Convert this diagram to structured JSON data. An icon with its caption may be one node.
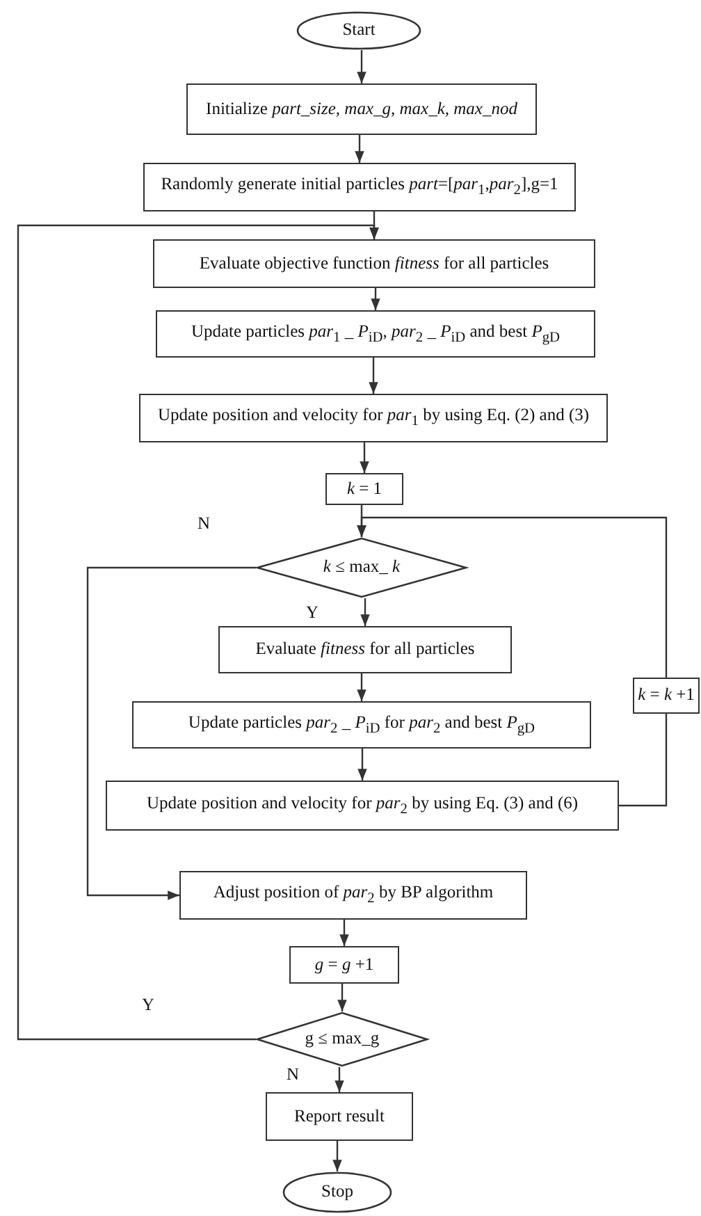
{
  "diagram": {
    "nodes": [
      {
        "text": [
          "Start"
        ]
      },
      {
        "text": [
          "Initialize *part_size, max_g, max_k, max_nod*"
        ]
      },
      {
        "text": [
          "Randomly generate initial particles *part*=[*par*$_{1}$,*par*$_{2}$],g=1"
        ]
      },
      {
        "text": [
          "Evaluate objective function *fitness* for all particles"
        ]
      },
      {
        "text": [
          "Update particles *par*$_{1}$ _ *P*$_{iD}$, *par*$_{2}$ _ *P*$_{iD}$ and best *P*$_{gD}$"
        ]
      },
      {
        "text": [
          "Update position and velocity for *par*$_{1}$ by using Eq. (2) and (3)"
        ]
      },
      {
        "text": [
          "*k* = 1"
        ]
      },
      {
        "text": [
          "*k* ≤ max_ *k*"
        ]
      },
      {
        "text": [
          "Evaluate *fitness* for all particles"
        ]
      },
      {
        "text": [
          "Update particles *par*$_{2}$ _ *P*$_{iD}$ for *par*$_{2}$ and best *P*$_{gD}$"
        ]
      },
      {
        "text": [
          "Update position and velocity for *par*$_{2}$ by using Eq. (3) and (6)"
        ]
      },
      {
        "text": [
          "*k* = *k* +1"
        ]
      },
      {
        "text": [
          "Adjust position of *par*$_{2}$ by BP algorithm"
        ]
      },
      {
        "text": [
          "*g* = *g* +1"
        ]
      },
      {
        "text": [
          "g ≤ max_g"
        ]
      },
      {
        "text": [
          "Report result"
        ]
      },
      {
        "text": [
          "Stop"
        ]
      }
    ],
    "edges": [
      {
        "from": 0,
        "to": 1,
        "arrow": "to"
      },
      {
        "from": 1,
        "to": 2,
        "arrow": "to"
      },
      {
        "from": 2,
        "to": 3,
        "arrow": "to"
      },
      {
        "from": 3,
        "to": 4,
        "arrow": "to"
      },
      {
        "from": 4,
        "to": 5,
        "arrow": "to"
      },
      {
        "from": 5,
        "to": 6,
        "arrow": "to"
      },
      {
        "from": 6,
        "to": 7,
        "arrow": "to"
      },
      {
        "from": 7,
        "to": 8,
        "arrow": "to",
        "label": "Y"
      },
      {
        "from": 8,
        "to": 9,
        "arrow": "to"
      },
      {
        "from": 9,
        "to": 10,
        "arrow": "to"
      },
      {
        "from": 10,
        "to": 11,
        "arrow": "none"
      },
      {
        "from": 11,
        "to": 7,
        "arrow": "to"
      },
      {
        "from": 7,
        "to": 12,
        "arrow": "to",
        "label": "N"
      },
      {
        "from": 12,
        "to": 13,
        "arrow": "to"
      },
      {
        "from": 13,
        "to": 14,
        "arrow": "to"
      },
      {
        "from": 14,
        "to": 3,
        "arrow": "to",
        "label": "Y"
      },
      {
        "from": 14,
        "to": 15,
        "arrow": "to",
        "label": "N"
      },
      {
        "from": 15,
        "to": 16,
        "arrow": "to"
      }
    ]
  }
}
